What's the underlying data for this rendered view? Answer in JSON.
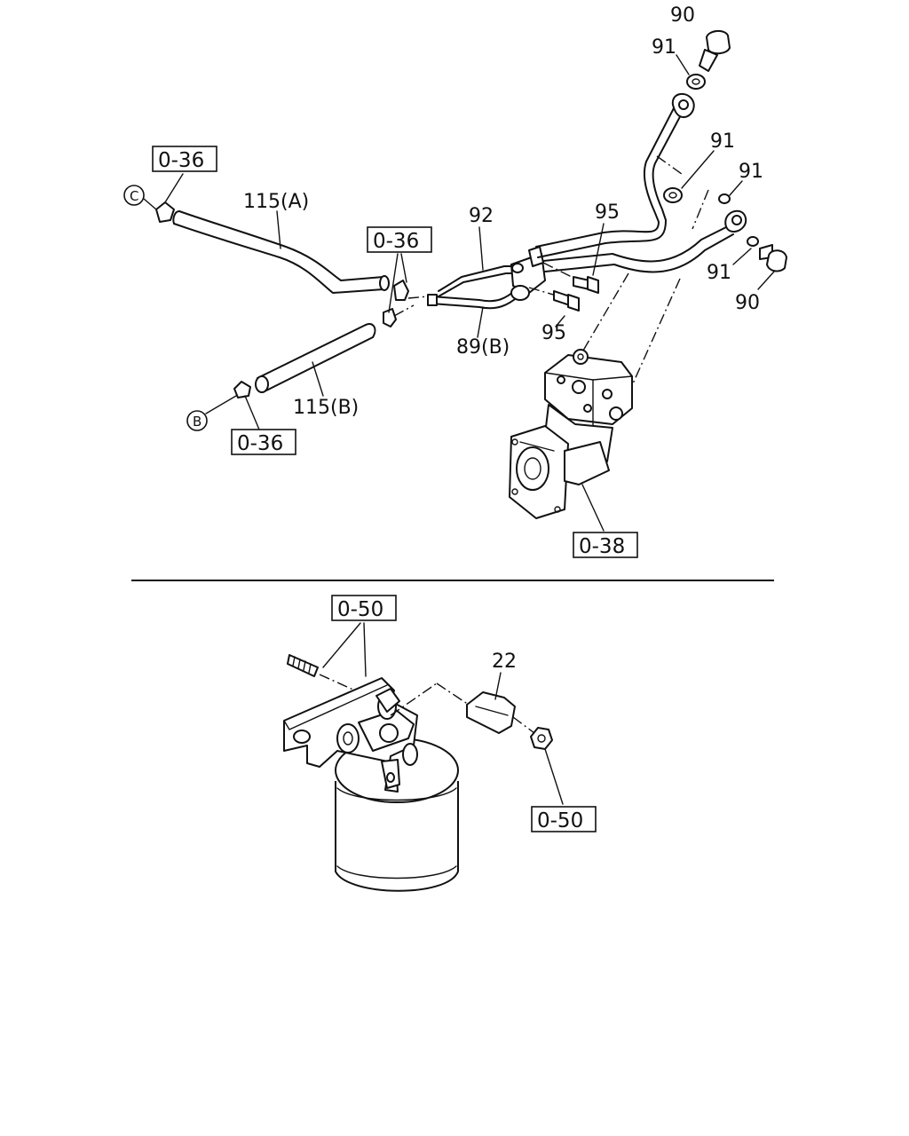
{
  "references": {
    "r_036_top": "0-36",
    "r_036_mid": "0-36",
    "r_036_bottom": "0-36",
    "r_038": "0-38",
    "r_050_top": "0-50",
    "r_050_bottom": "0-50"
  },
  "connectors": {
    "c": "C",
    "b": "B"
  },
  "parts": {
    "p90_top": "90",
    "p91_top": "91",
    "p91_mid": "91",
    "p91_right": "91",
    "p91_lower": "91",
    "p90_lower": "90",
    "p115a": "115(A)",
    "p115b": "115(B)",
    "p92": "92",
    "p95_top": "95",
    "p95_bottom": "95",
    "p89b": "89(B)",
    "p22": "22"
  }
}
